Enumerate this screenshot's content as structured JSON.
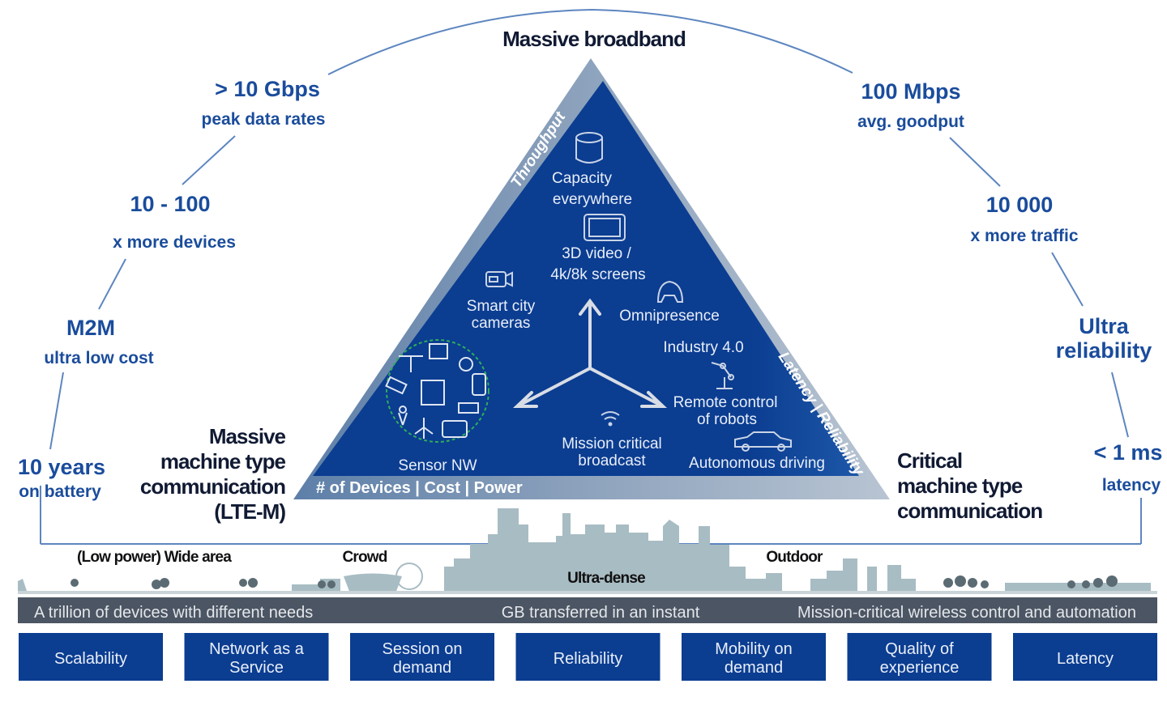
{
  "top_title": "Massive broadband",
  "left_labels": [
    {
      "value": "> 10 Gbps",
      "caption": "peak data rates"
    },
    {
      "value": "10 - 100",
      "caption": "x more devices"
    },
    {
      "value": "M2M",
      "caption": "ultra low cost"
    },
    {
      "value": "10 years",
      "caption": "on battery"
    }
  ],
  "right_labels": [
    {
      "value": "100 Mbps",
      "caption": "avg. goodput"
    },
    {
      "value": "10 000",
      "caption": "x more traffic"
    },
    {
      "value": "Ultra",
      "caption": "reliability"
    },
    {
      "value": "< 1 ms",
      "caption": "latency"
    }
  ],
  "corner_left": [
    "Massive",
    "machine type",
    "communication",
    "(LTE-M)"
  ],
  "corner_right": [
    "Critical",
    "machine type",
    "communication"
  ],
  "triangle": {
    "edge_left": "Throughput",
    "edge_right": "Latency | Reliability",
    "edge_bottom": "# of Devices | Cost | Power",
    "items": {
      "capacity": [
        "Capacity",
        "everywhere"
      ],
      "video": [
        "3D video /",
        "4k/8k screens"
      ],
      "smart_city": [
        "Smart city",
        "cameras"
      ],
      "omnipresence": "Omnipresence",
      "industry": "Industry 4.0",
      "robots": [
        "Remote control",
        "of robots"
      ],
      "broadcast": [
        "Mission critical",
        "broadcast"
      ],
      "driving": "Autonomous  driving",
      "sensor": "Sensor NW"
    },
    "colors": {
      "inner": "#0b3d91",
      "band": "#8ea3bd"
    }
  },
  "areas": [
    "(Low power) Wide area",
    "Crowd",
    "Ultra-dense",
    "Outdoor"
  ],
  "band": [
    "A trillion of devices with different needs",
    "GB transferred in an instant",
    "Mission-critical wireless control and automation"
  ],
  "boxes": [
    [
      "Scalability"
    ],
    [
      "Network as a",
      "Service"
    ],
    [
      "Session on",
      "demand"
    ],
    [
      "Reliability"
    ],
    [
      "Mobility on",
      "demand"
    ],
    [
      "Quality of",
      "experience"
    ],
    [
      "Latency"
    ]
  ]
}
